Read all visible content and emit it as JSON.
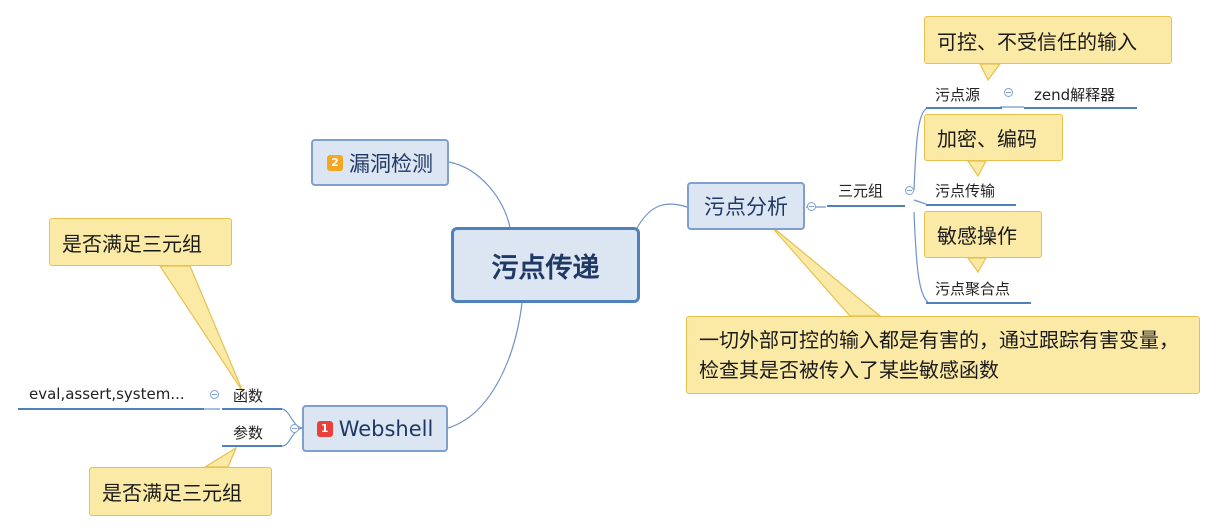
{
  "central_topic": "污点传递",
  "left_upper": {
    "label": "漏洞检测",
    "priority": "2"
  },
  "right_branch": {
    "label": "污点分析",
    "triple_label": "三元组",
    "source": "污点源",
    "source_child": "zend解释器",
    "transfer": "污点传输",
    "sink": "污点聚合点",
    "callout_source": "可控、不受信任的输入",
    "callout_transfer": "加密、编码",
    "callout_sink": "敏感操作",
    "callout_summary": "一切外部可控的输入都是有害的，通过跟踪有害变量，检查其是否被传入了某些敏感函数"
  },
  "left_lower": {
    "label": "Webshell",
    "priority": "1",
    "function_label": "函数",
    "function_child": "eval,assert,system...",
    "param_label": "参数",
    "callout_function": "是否满足三元组",
    "callout_param": "是否满足三元组"
  },
  "colors": {
    "topic_fill": "#dce6f2",
    "topic_border": "#4f81bd",
    "callout_fill": "#fbeaa6",
    "callout_border": "#e7c04f",
    "line": "#4f81bd"
  }
}
